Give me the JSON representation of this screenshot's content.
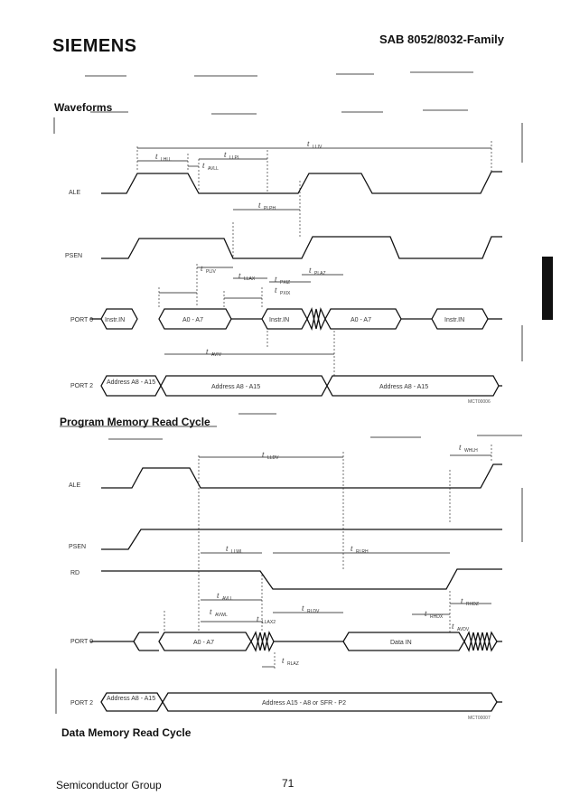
{
  "header": {
    "brand": "SIEMENS",
    "product": "SAB 8052/8032-Family"
  },
  "section_title": "Waveforms",
  "program_memory": {
    "caption": "Program Memory Read Cycle",
    "signals": {
      "ale": "ALE",
      "psen": "PSEN",
      "port0": "PORT 0",
      "port2": "PORT 2"
    },
    "port0_buses": [
      "Instr.IN",
      "A0 - A7",
      "Instr.IN",
      "A0 - A7",
      "Instr.IN"
    ],
    "port2_buses": [
      "Address A8 - A15",
      "Address A8 - A15",
      "Address A8 - A15"
    ],
    "timings": [
      {
        "sym": "t",
        "sub": "LHLL"
      },
      {
        "sym": "t",
        "sub": "AVLL"
      },
      {
        "sym": "t",
        "sub": "LLPL"
      },
      {
        "sym": "t",
        "sub": "LLIV"
      },
      {
        "sym": "t",
        "sub": "PLPH"
      },
      {
        "sym": "t",
        "sub": "PLIV"
      },
      {
        "sym": "t",
        "sub": "LLAX"
      },
      {
        "sym": "t",
        "sub": "PXIZ"
      },
      {
        "sym": "t",
        "sub": "PXIX"
      },
      {
        "sym": "t",
        "sub": "PLAZ"
      },
      {
        "sym": "t",
        "sub": "AVIV"
      }
    ],
    "figure_code": "MCT00006"
  },
  "data_memory": {
    "caption": "Data Memory Read Cycle",
    "signals": {
      "ale": "ALE",
      "psen": "PSEN",
      "rd": "RD",
      "port0": "PORT 0",
      "port2": "PORT 2"
    },
    "port0_buses": [
      "A0 - A7",
      "Data IN"
    ],
    "port2_buses": [
      "Address A8 - A15",
      "Address A15 - A8 or SFR - P2"
    ],
    "timings": [
      {
        "sym": "t",
        "sub": "LLDV"
      },
      {
        "sym": "t",
        "sub": "WHLH"
      },
      {
        "sym": "t",
        "sub": "LLWL"
      },
      {
        "sym": "t",
        "sub": "RLRH"
      },
      {
        "sym": "t",
        "sub": "AVLL"
      },
      {
        "sym": "t",
        "sub": "LLAX2"
      },
      {
        "sym": "t",
        "sub": "RLDV"
      },
      {
        "sym": "t",
        "sub": "RHDZ"
      },
      {
        "sym": "t",
        "sub": "RLAZ"
      },
      {
        "sym": "t",
        "sub": "RHDX"
      },
      {
        "sym": "t",
        "sub": "AVWL"
      },
      {
        "sym": "t",
        "sub": "AVDV"
      }
    ],
    "figure_code": "MCT00007"
  },
  "footer": {
    "group": "Semiconductor Group",
    "page": "71"
  }
}
